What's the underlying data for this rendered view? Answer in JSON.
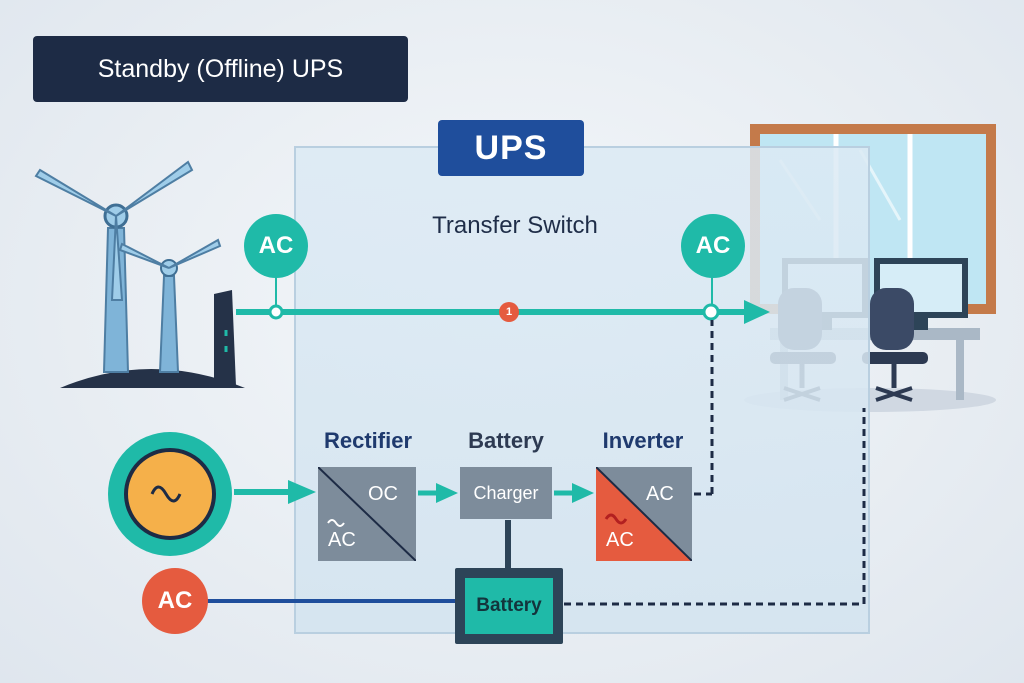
{
  "title": "Standby (Offline) UPS",
  "ups_badge": "UPS",
  "transfer_switch": "Transfer Switch",
  "ac_labels": {
    "left_top": "AC",
    "right_top": "AC",
    "bottom_left": "AC"
  },
  "switch_marker": "1",
  "blocks": {
    "rectifier": {
      "label": "Rectifier",
      "top": "OC",
      "bottom": "AC"
    },
    "battery_header": "Battery",
    "charger": "Charger",
    "inverter": {
      "label": "Inverter",
      "top": "AC",
      "bottom": "AC"
    },
    "battery": "Battery"
  },
  "colors": {
    "teal": "#1fbaa8",
    "navy": "#1d2b45",
    "ups_blue": "#1f4e9c",
    "red": "#e55b3f",
    "generator_orange": "#f5b04a",
    "block_gray": "#7d8c9b",
    "window_frame": "#c47a4a"
  },
  "icons": [
    "wind-turbine-icon",
    "power-tower-icon",
    "ac-source-sine-icon",
    "office-desk-icon",
    "office-chair-icon",
    "monitor-icon",
    "window-icon"
  ]
}
